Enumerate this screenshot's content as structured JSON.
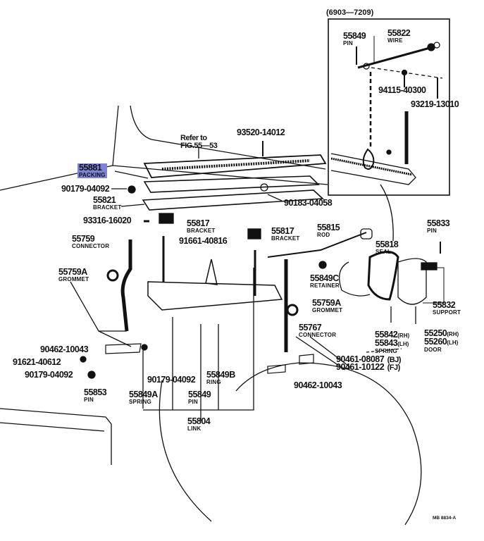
{
  "diagram": {
    "inset_title": "(6903—7209)",
    "refer_note": [
      "Refer to",
      "FIG.55—53"
    ],
    "code": "MB 8834-A",
    "highlight_color": "#7b84d6",
    "parts": [
      {
        "id": "p55849-inset",
        "number": "55849",
        "desc": "PIN"
      },
      {
        "id": "p55822",
        "number": "55822",
        "desc": "WIRE"
      },
      {
        "id": "p94115",
        "number": "94115-40300",
        "desc": ""
      },
      {
        "id": "p93219",
        "number": "93219-13010",
        "desc": ""
      },
      {
        "id": "p93520",
        "number": "93520-14012",
        "desc": ""
      },
      {
        "id": "p55881",
        "number": "55881",
        "desc": "PACKING",
        "highlighted": true
      },
      {
        "id": "p90179a",
        "number": "90179-04092",
        "desc": ""
      },
      {
        "id": "p90183",
        "number": "90183-04058",
        "desc": ""
      },
      {
        "id": "p55821",
        "number": "55821",
        "desc": "BRACKET"
      },
      {
        "id": "p93316",
        "number": "93316-16020",
        "desc": ""
      },
      {
        "id": "p55817a",
        "number": "55817",
        "desc": "BRACKET"
      },
      {
        "id": "p55817b",
        "number": "55817",
        "desc": "BRACKET"
      },
      {
        "id": "p55815",
        "number": "55815",
        "desc": "ROD"
      },
      {
        "id": "p55833",
        "number": "55833",
        "desc": "PIN"
      },
      {
        "id": "p55759",
        "number": "55759",
        "desc": "CONNECTOR"
      },
      {
        "id": "p91661",
        "number": "91661-40816",
        "desc": ""
      },
      {
        "id": "p55818",
        "number": "55818",
        "desc": "SEAL"
      },
      {
        "id": "p55759a1",
        "number": "55759A",
        "desc": "GROMMET"
      },
      {
        "id": "p55849c",
        "number": "55849C",
        "desc": "RETAINER"
      },
      {
        "id": "p55759a2",
        "number": "55759A",
        "desc": "GROMMET"
      },
      {
        "id": "p55832",
        "number": "55832",
        "desc": "SUPPORT"
      },
      {
        "id": "p55767",
        "number": "55767",
        "desc": "CONNECTOR"
      },
      {
        "id": "p55842",
        "number": "55842",
        "suffix": "(RH)",
        "desc": ""
      },
      {
        "id": "p55843",
        "number": "55843",
        "suffix": "(LH)",
        "desc": "SPRING"
      },
      {
        "id": "p55250",
        "number": "55250",
        "suffix": "(RH)",
        "desc": ""
      },
      {
        "id": "p55260",
        "number": "55260",
        "suffix": "(LH)",
        "desc": "DOOR"
      },
      {
        "id": "p90462a",
        "number": "90462-10043",
        "desc": ""
      },
      {
        "id": "p90461",
        "number": "90461-08087",
        "suffix": "(BJ)",
        "desc": ""
      },
      {
        "id": "p90461b",
        "number": "90461-10122",
        "suffix": "(FJ)",
        "desc": ""
      },
      {
        "id": "p91621",
        "number": "91621-40612",
        "desc": ""
      },
      {
        "id": "p90179b",
        "number": "90179-04092",
        "desc": ""
      },
      {
        "id": "p90179c",
        "number": "90179-04092",
        "desc": ""
      },
      {
        "id": "p55849b",
        "number": "55849B",
        "desc": "RING"
      },
      {
        "id": "p90462b",
        "number": "90462-10043",
        "desc": ""
      },
      {
        "id": "p55853",
        "number": "55853",
        "desc": "PIN"
      },
      {
        "id": "p55849a",
        "number": "55849A",
        "desc": "SPRING"
      },
      {
        "id": "p55849",
        "number": "55849",
        "desc": "PIN"
      },
      {
        "id": "p55804",
        "number": "55804",
        "desc": "LINK"
      }
    ]
  }
}
